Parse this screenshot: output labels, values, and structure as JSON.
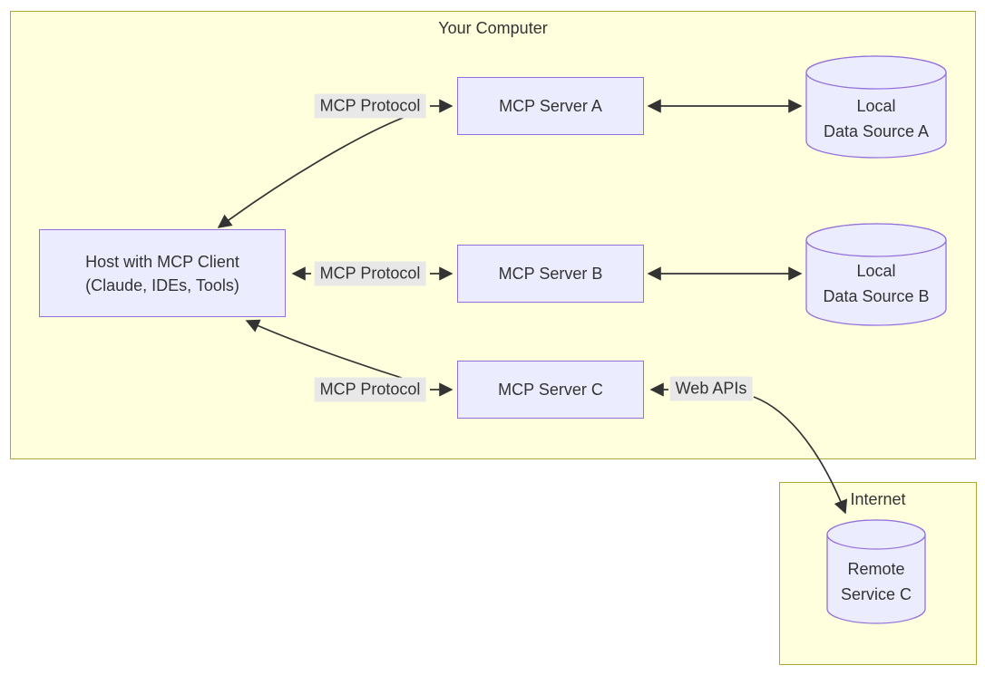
{
  "clusters": {
    "your_computer": {
      "title": "Your Computer"
    },
    "internet": {
      "title": "Internet"
    }
  },
  "nodes": {
    "host": {
      "line1": "Host with MCP Client",
      "line2": "(Claude, IDEs, Tools)"
    },
    "server_a": {
      "label": "MCP Server A"
    },
    "server_b": {
      "label": "MCP Server B"
    },
    "server_c": {
      "label": "MCP Server C"
    },
    "data_source_a": {
      "line1": "Local",
      "line2": "Data Source A"
    },
    "data_source_b": {
      "line1": "Local",
      "line2": "Data Source B"
    },
    "remote_service_c": {
      "line1": "Remote",
      "line2": "Service C"
    }
  },
  "edge_labels": {
    "mcp_protocol_a": "MCP Protocol",
    "mcp_protocol_b": "MCP Protocol",
    "mcp_protocol_c": "MCP Protocol",
    "web_apis": "Web APIs"
  },
  "colors": {
    "cluster_fill": "#ffffde",
    "cluster_stroke": "#aaaa33",
    "node_fill": "#ececff",
    "node_stroke": "#9370db",
    "edge_color": "#333333",
    "edge_label_bg": "#e8e8e8",
    "text_color": "#333333"
  }
}
